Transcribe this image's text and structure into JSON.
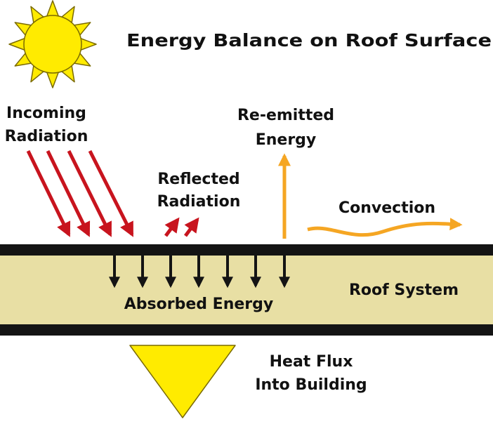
{
  "title": "Energy Balance on Roof Surface",
  "labels": {
    "incoming_line1": "Incoming",
    "incoming_line2": "Radiation",
    "reflected_line1": "Reflected",
    "reflected_line2": "Radiation",
    "reemitted_line1": "Re-emitted",
    "reemitted_line2": "Energy",
    "convection": "Convection",
    "roof_system": "Roof System",
    "absorbed_energy": "Absorbed Energy",
    "heat_flux_line1": "Heat Flux",
    "heat_flux_line2": "Into Building"
  },
  "colors": {
    "sun_fill": "#FFEB00",
    "sun_outline": "#7A6A00",
    "incoming_arrow": "#C8141E",
    "emitted_arrow": "#F5A623",
    "roof_fill": "#E8DFA4",
    "roof_edge": "#141414",
    "heat_flux_fill": "#FFEB00"
  },
  "icons": {
    "sun": "sun-icon"
  }
}
